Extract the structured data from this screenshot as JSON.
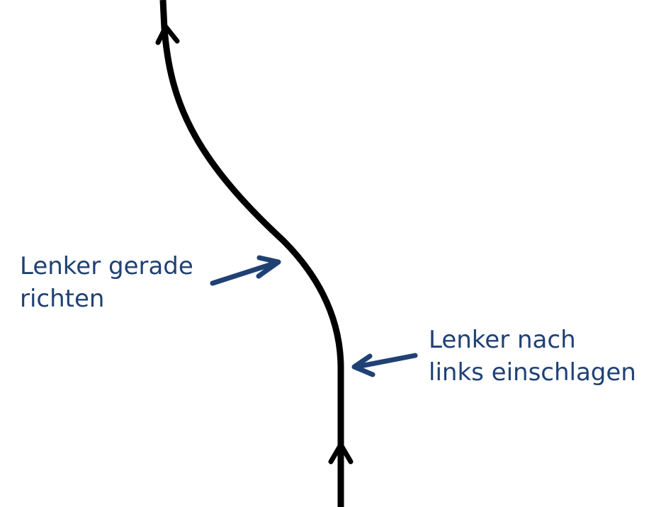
{
  "colors": {
    "path": "#000000",
    "annotation": "#1f4173",
    "background": "#ffffff"
  },
  "annotations": {
    "straighten": {
      "line1": "Lenker gerade",
      "line2": "richten"
    },
    "steer_left": {
      "line1": "Lenker nach",
      "line2": "links einschlagen"
    }
  }
}
